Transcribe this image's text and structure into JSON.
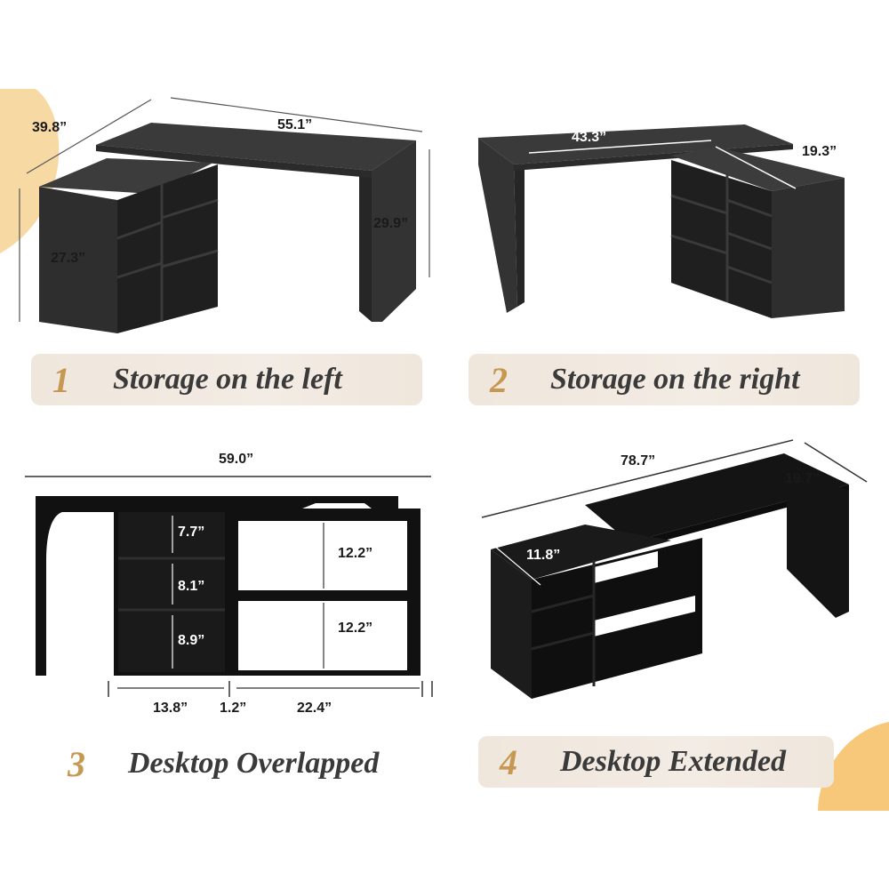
{
  "accent_color": "#c69852",
  "panels": {
    "p1": {
      "number": "1",
      "caption": "Storage on the left",
      "dims": {
        "depth": "39.8”",
        "width": "55.1”",
        "height": "29.9”",
        "storage_height": "27.3”"
      }
    },
    "p2": {
      "number": "2",
      "caption": "Storage on the right",
      "dims": {
        "width": "43.3”",
        "depth": "19.3”"
      }
    },
    "p3": {
      "number": "3",
      "caption": "Desktop Overlapped",
      "dims": {
        "total_width": "59.0”",
        "shelf_top": "7.7”",
        "shelf_mid": "8.1”",
        "shelf_bottom": "8.9”",
        "open_top": "12.2”",
        "open_bottom": "12.2”",
        "left_width": "13.8”",
        "gap": "1.2”",
        "right_width": "22.4”"
      }
    },
    "p4": {
      "number": "4",
      "caption": "Desktop Extended",
      "dims": {
        "total_width": "78.7”",
        "depth": "19.7”",
        "cabinet_depth": "11.8”"
      }
    }
  }
}
